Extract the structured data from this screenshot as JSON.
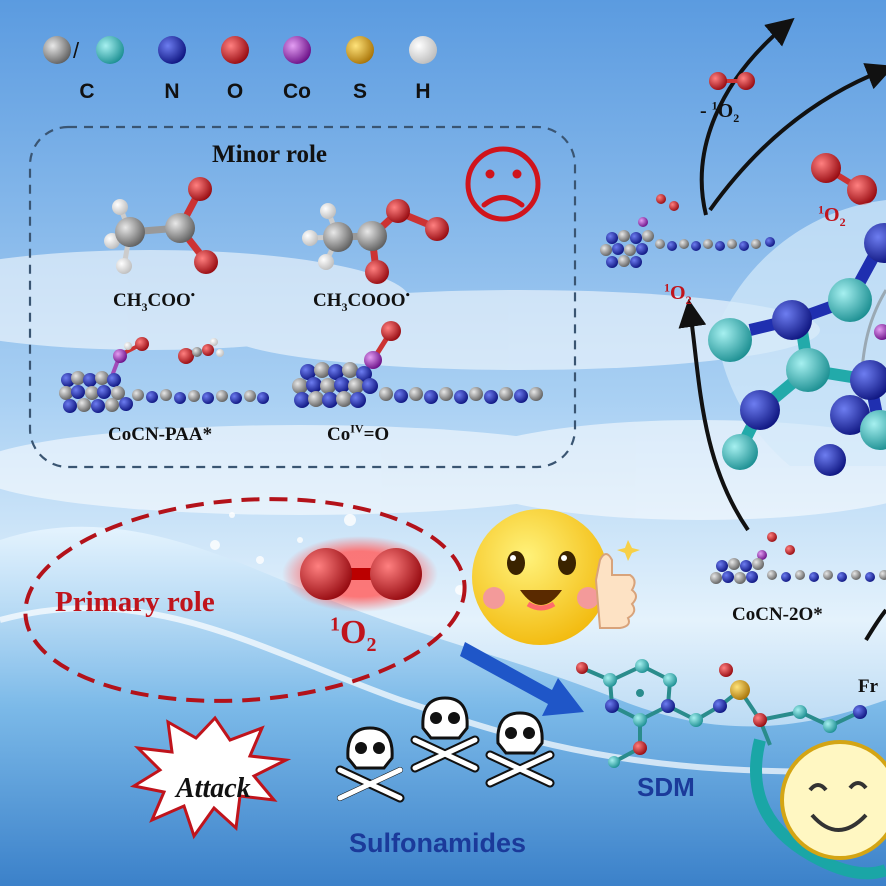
{
  "legend": {
    "items": [
      {
        "symbol": "C",
        "colors": [
          "#8a8a8a",
          "#2fb7b7"
        ]
      },
      {
        "symbol": "N",
        "colors": [
          "#1f2fb0"
        ]
      },
      {
        "symbol": "O",
        "colors": [
          "#d0141c"
        ]
      },
      {
        "symbol": "Co",
        "colors": [
          "#9b1fb8"
        ]
      },
      {
        "symbol": "S",
        "colors": [
          "#d9a21a"
        ]
      },
      {
        "symbol": "H",
        "colors": [
          "#ffffff"
        ]
      }
    ]
  },
  "minor": {
    "title": "Minor role",
    "species": {
      "acetyl_oxy": {
        "base": "CH",
        "sub": "3",
        "rest": "COO",
        "sup": "•"
      },
      "peracetyl_oxy": {
        "base": "CH",
        "sub": "3",
        "rest": "COOO",
        "sup": "•"
      },
      "cocn_paa": "CoCN-PAA*",
      "co_iv": {
        "base": "Co",
        "sup": "IV",
        "rest": "=O"
      }
    }
  },
  "primary": {
    "title": "Primary role",
    "singlet": {
      "sup": "1",
      "base": "O",
      "sub": "2"
    }
  },
  "right": {
    "minus_singlet": {
      "prefix": "- ",
      "sup": "1",
      "base": "O",
      "sub": "2"
    },
    "singlet_top": {
      "sup": "1",
      "base": "O",
      "sub": "2"
    },
    "singlet_mid": {
      "sup": "1",
      "base": "O",
      "sub": "2"
    },
    "cocn_2o": "CoCN-2O*",
    "fr_partial": "Fr"
  },
  "bottom": {
    "attack": "Attack",
    "sulfonamides": "Sulfonamides",
    "sdm": "SDM"
  },
  "colors": {
    "sky_top": "#6aa7e6",
    "sky_bottom": "#d7ecfb",
    "dashed_box": "#3a5572",
    "primary_red": "#c0141c",
    "arrow_blue": "#1f56c8"
  }
}
